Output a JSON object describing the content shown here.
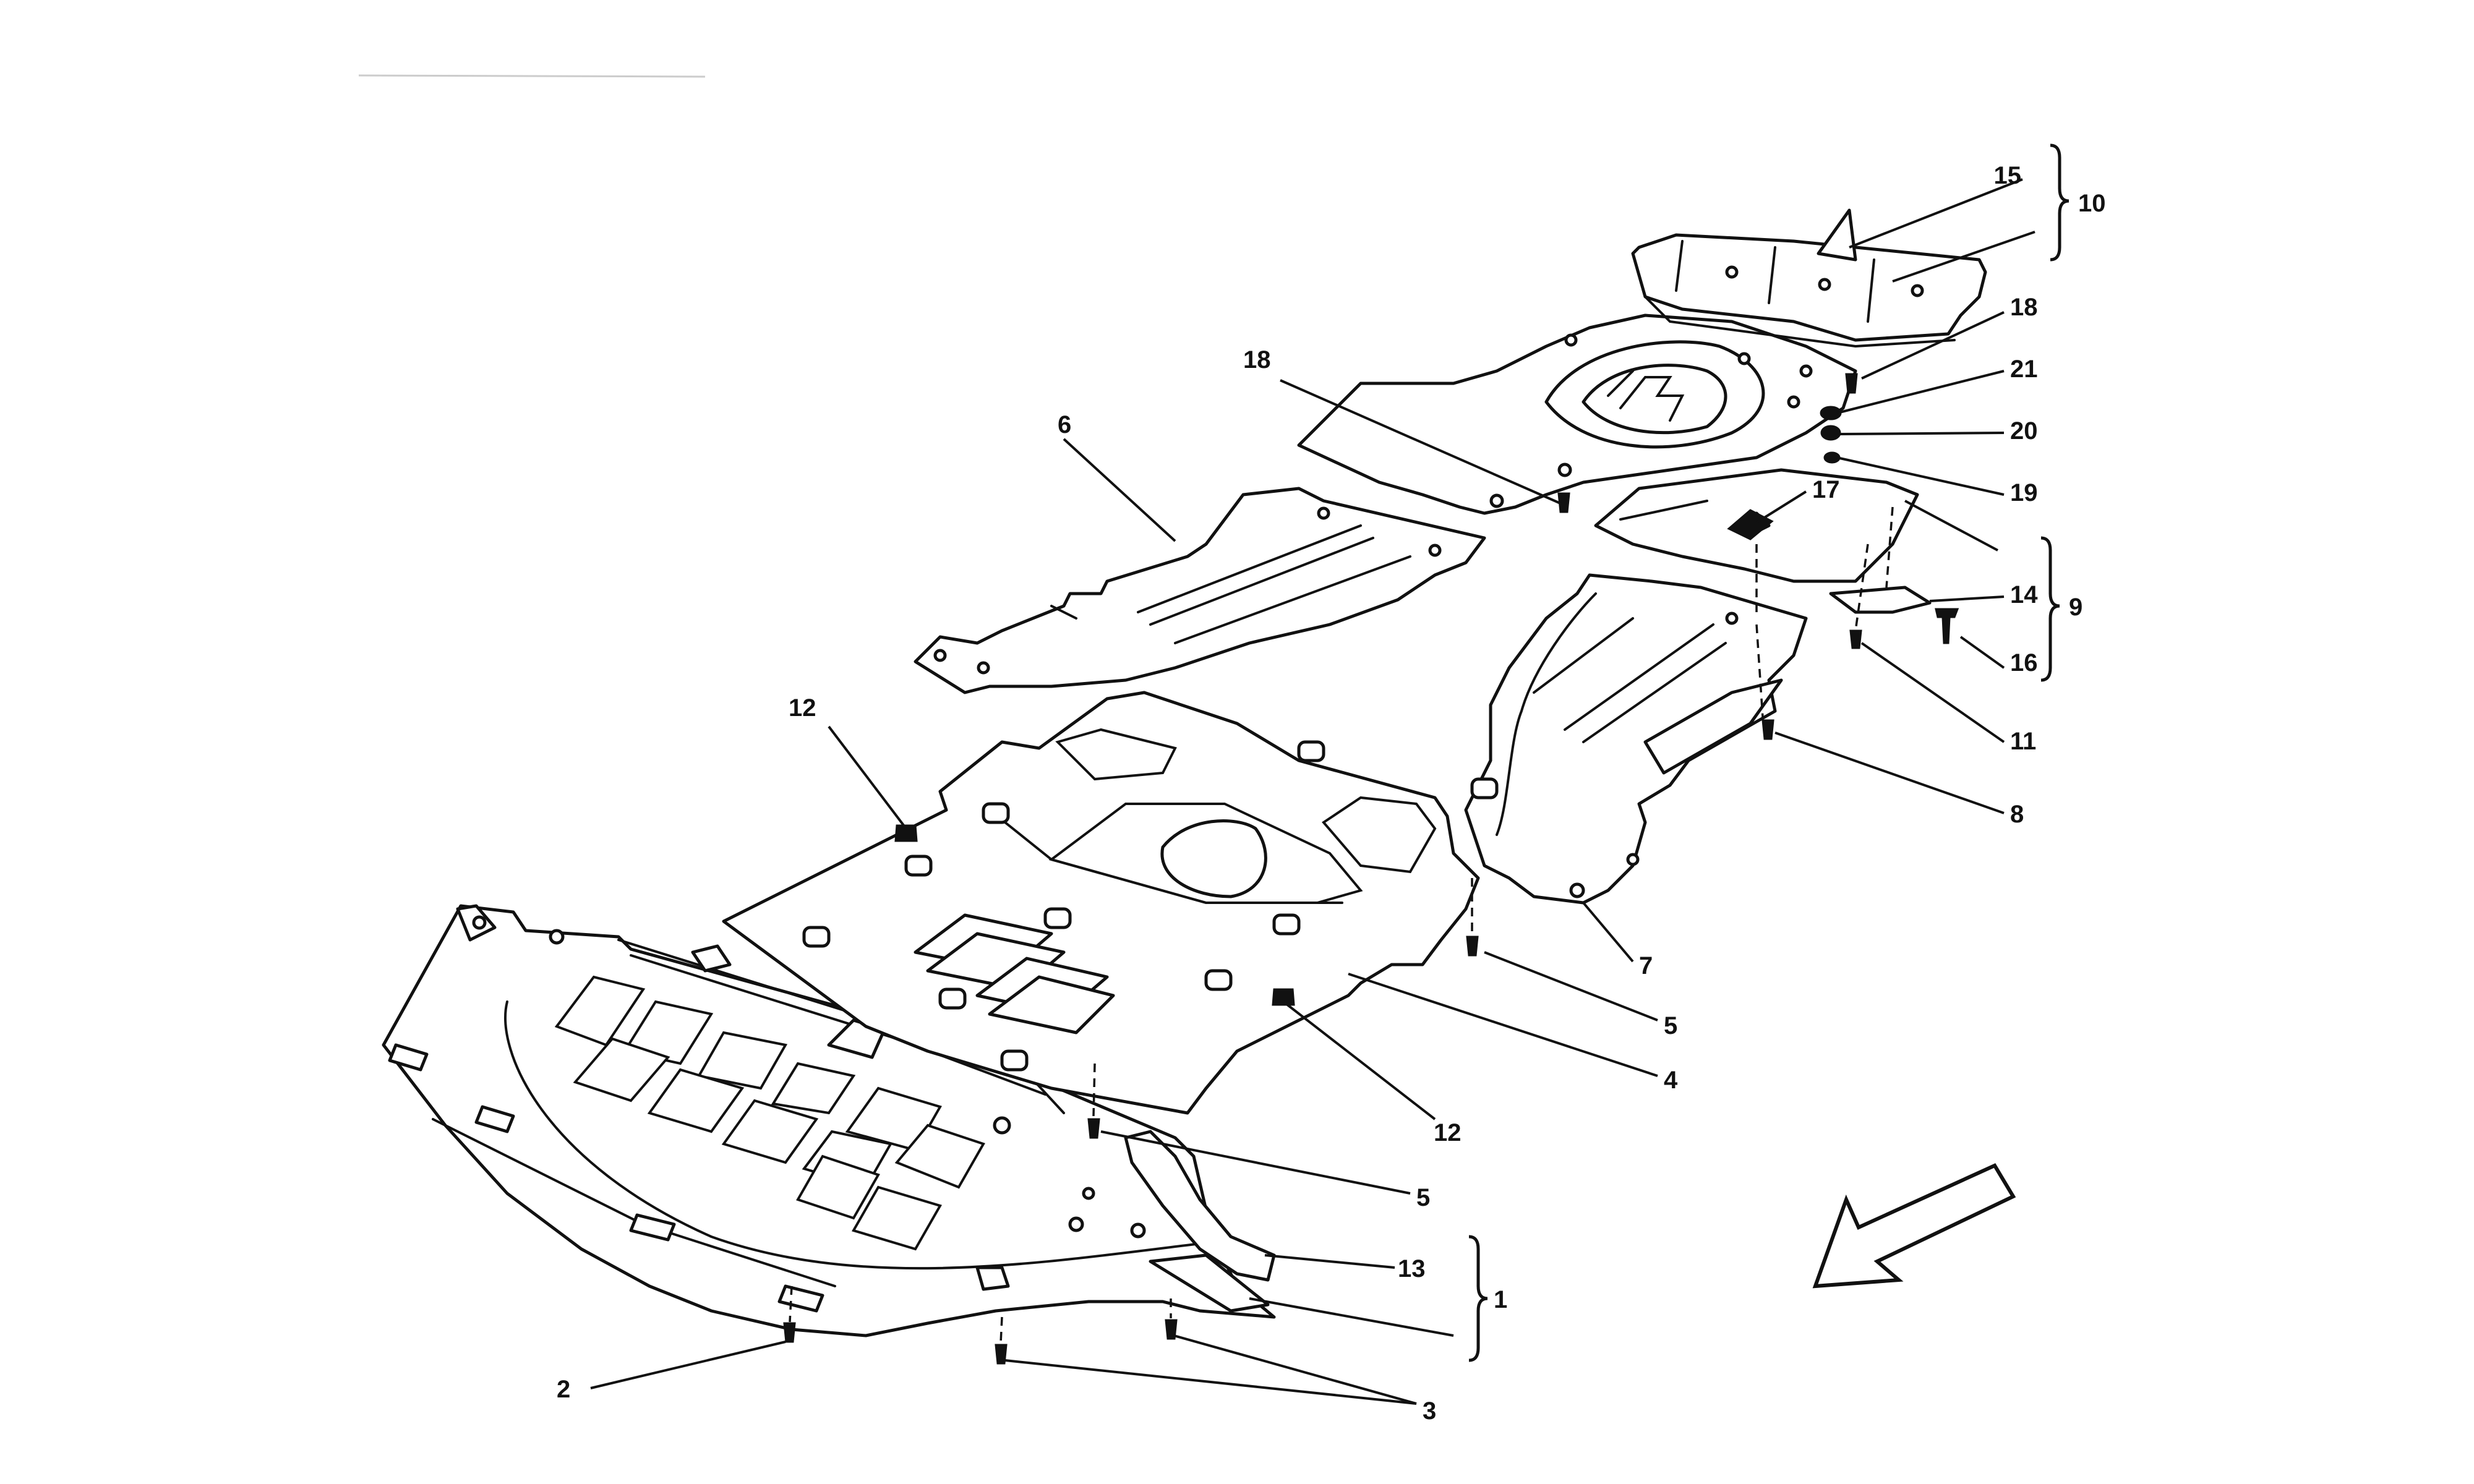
{
  "callouts": {
    "c1": "1",
    "c2": "2",
    "c3": "3",
    "c4": "4",
    "c5a": "5",
    "c5b": "5",
    "c6": "6",
    "c7": "7",
    "c8": "8",
    "c9": "9",
    "c10": "10",
    "c11": "11",
    "c12a": "12",
    "c12b": "12",
    "c13": "13",
    "c14": "14",
    "c15": "15",
    "c16": "16",
    "c17": "17",
    "c18a": "18",
    "c18b": "18",
    "c19": "19",
    "c20": "20",
    "c21": "21"
  },
  "colors": {
    "line": "#111111",
    "background": "#ffffff"
  },
  "icons": {
    "direction": "front-direction-arrow-icon"
  }
}
